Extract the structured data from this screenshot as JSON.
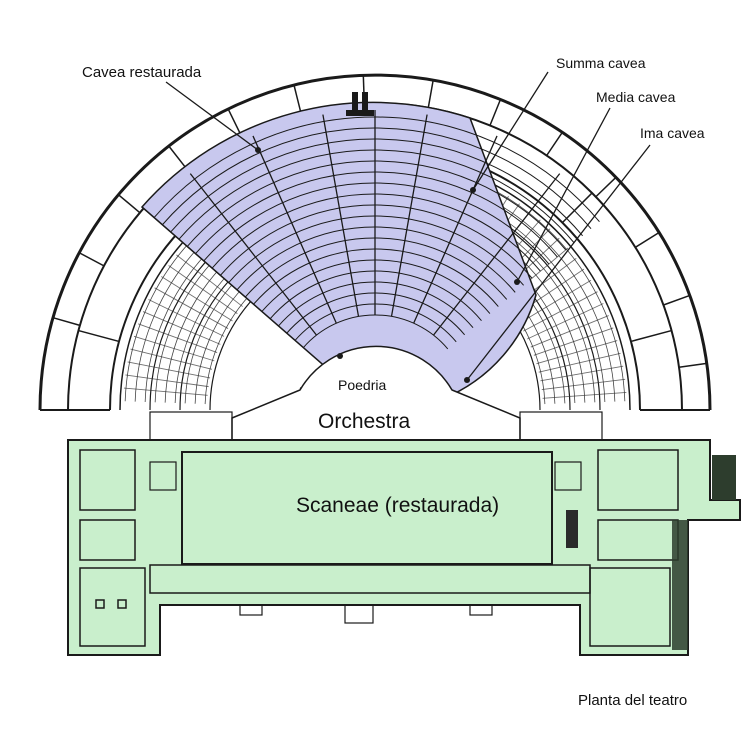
{
  "labels": {
    "cavea_restaurada": "Cavea restaurada",
    "summa_cavea": "Summa cavea",
    "media_cavea": "Media cavea",
    "ima_cavea": "Ima cavea",
    "poedria": "Poedria",
    "orchestra": "Orchestra",
    "scaneae": "Scaneae (restaurada)",
    "planta": "Planta del teatro"
  },
  "colors": {
    "cavea_fill": "#c8c8ee",
    "scaena_fill": "#c9efcc",
    "ink": "#1a1a1a",
    "background": "#ffffff"
  }
}
